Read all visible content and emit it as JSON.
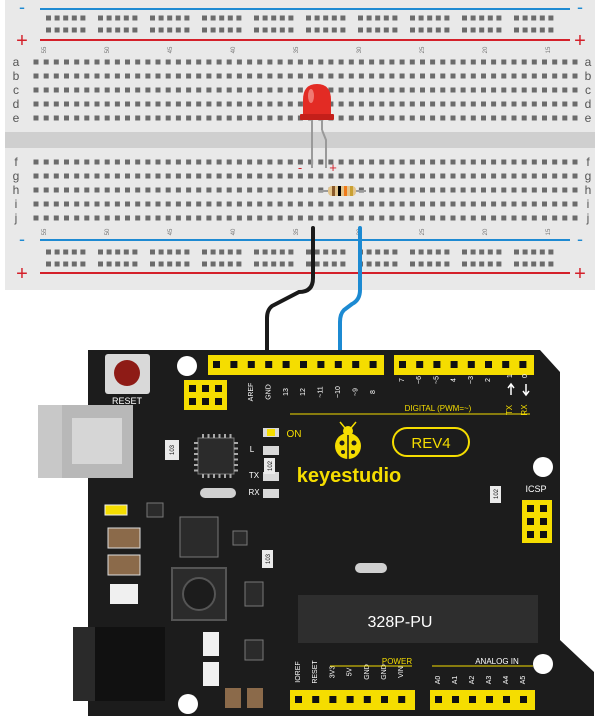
{
  "breadboard": {
    "row_letters_top": [
      "a",
      "b",
      "c",
      "d",
      "e"
    ],
    "row_letters_bottom": [
      "f",
      "g",
      "h",
      "i",
      "j"
    ],
    "column_numbers": [
      "55",
      "50",
      "45",
      "40",
      "35",
      "30",
      "25",
      "20",
      "15"
    ],
    "rail_plus": "+",
    "rail_minus": "-",
    "colors": {
      "body": "#e9e9e9",
      "hole": "#6b6b6b",
      "blue_rail": "#1e8ad2",
      "red_rail": "#d4202a",
      "channel": "#cfcfcf"
    }
  },
  "led": {
    "minus": "-",
    "plus": "+",
    "color": "#e32b24"
  },
  "resistor": {
    "bands": [
      "#8b5a2b",
      "#000000",
      "#f07a1a",
      "#c9a032"
    ]
  },
  "wires": {
    "black": "#1a1a1a",
    "blue": "#1c8ad2"
  },
  "board": {
    "reset_label": "RESET",
    "brand": "keyestudio",
    "model": "REV4",
    "on_label": "ON",
    "l_label": "L",
    "tx_label": "TX",
    "rx_label": "RX",
    "chip_label": "328P-PU",
    "icsp_label": "ICSP",
    "digital_label": "DIGITAL (PWM=~)",
    "power_label": "POWER",
    "analog_label": "ANALOG IN",
    "tx_arrow_label": "TX",
    "rx_arrow_label": "RX",
    "smd_102a": "102",
    "smd_102b": "102",
    "smd_103a": "103",
    "smd_103b": "103",
    "digital_pins_left": [
      "AREF",
      "GND",
      "13",
      "12",
      "~11",
      "~10",
      "~9",
      "8"
    ],
    "digital_pins_right": [
      "7",
      "~6",
      "~5",
      "4",
      "~3",
      "2",
      "1",
      "0"
    ],
    "power_pins": [
      "IOREF",
      "RESET",
      "3V3",
      "5V",
      "GND",
      "GND",
      "VIN"
    ],
    "analog_pins": [
      "A0",
      "A1",
      "A2",
      "A3",
      "A4",
      "A5"
    ],
    "colors": {
      "pcb": "#1c1c1c",
      "header": "#f5dd00",
      "accent": "#f0d200"
    }
  }
}
